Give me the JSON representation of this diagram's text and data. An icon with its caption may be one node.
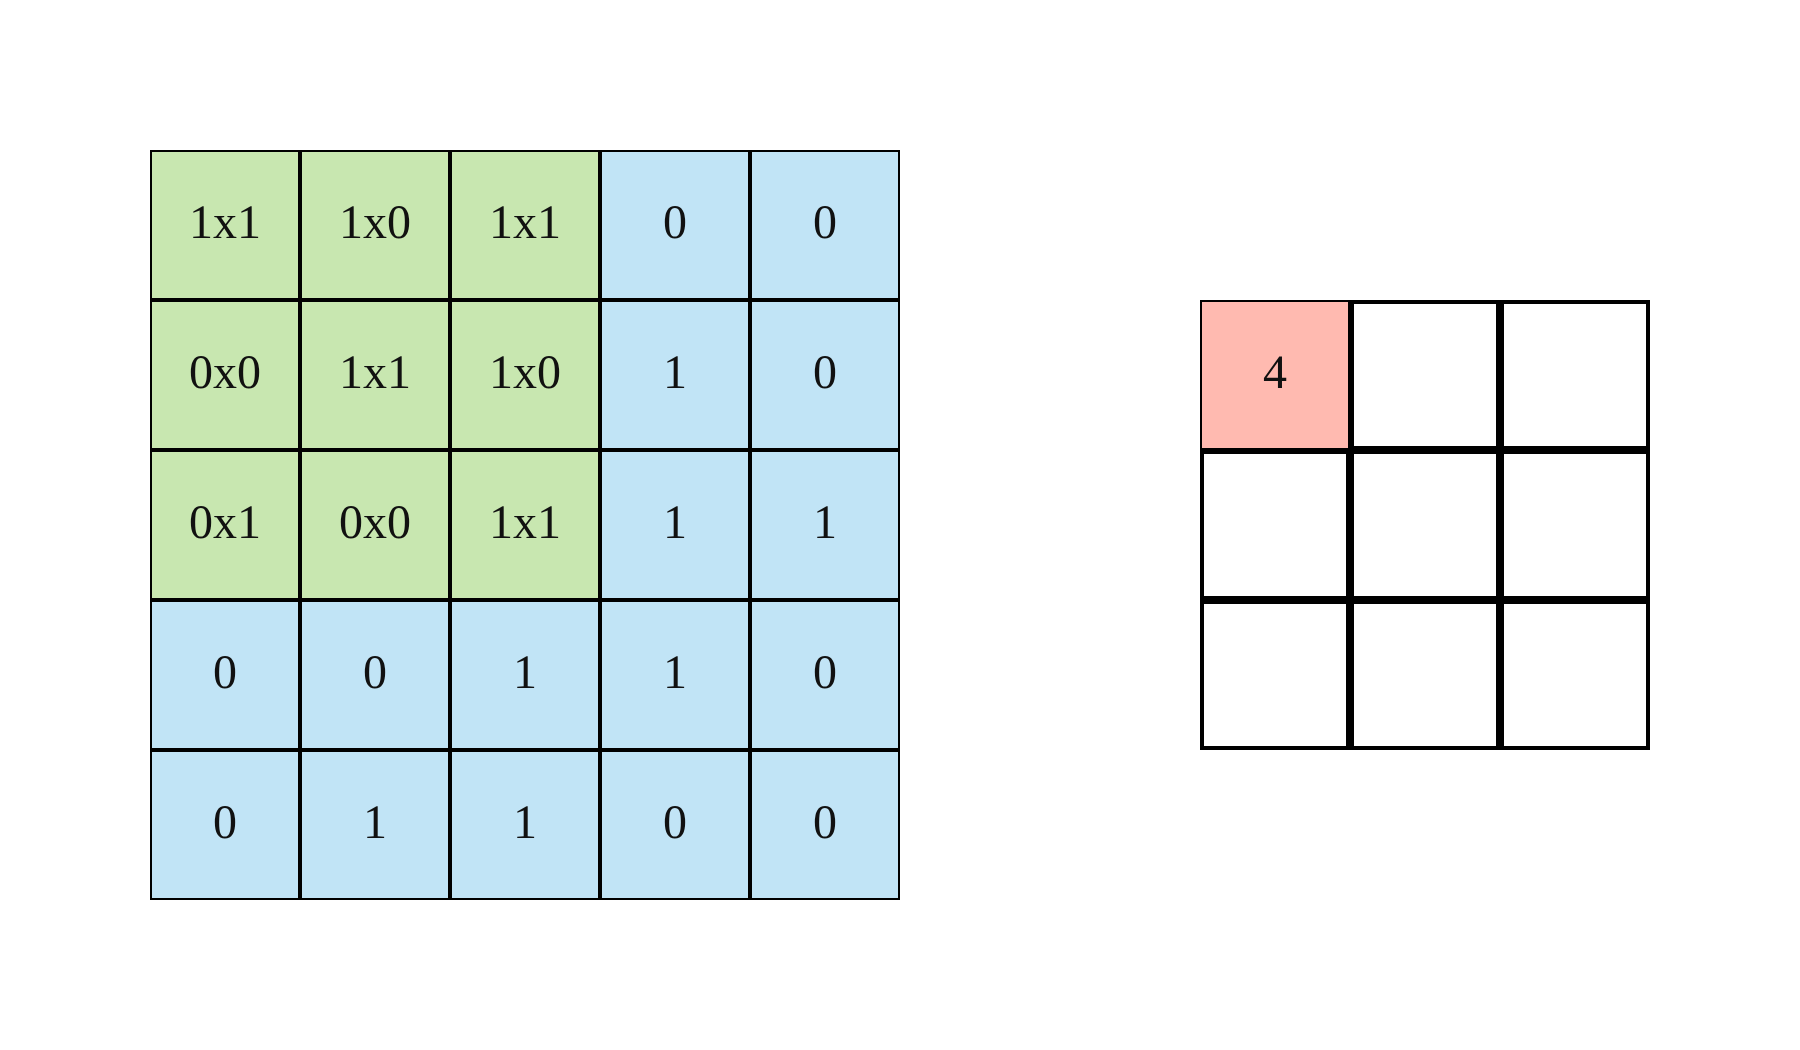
{
  "diagram": {
    "nodes": [
      {
        "text": [
          "1x1"
        ]
      },
      {
        "text": [
          "1x0"
        ]
      },
      {
        "text": [
          "1x1"
        ]
      },
      {
        "text": [
          "0"
        ]
      },
      {
        "text": [
          "0"
        ]
      },
      {
        "text": [
          "0x0"
        ]
      },
      {
        "text": [
          "1x1"
        ]
      },
      {
        "text": [
          "1x0"
        ]
      },
      {
        "text": [
          "1"
        ]
      },
      {
        "text": [
          "0"
        ]
      },
      {
        "text": [
          "0x1"
        ]
      },
      {
        "text": [
          "0x0"
        ]
      },
      {
        "text": [
          "1x1"
        ]
      },
      {
        "text": [
          "1"
        ]
      },
      {
        "text": [
          "1"
        ]
      },
      {
        "text": [
          "0"
        ]
      },
      {
        "text": [
          "0"
        ]
      },
      {
        "text": [
          "1"
        ]
      },
      {
        "text": [
          "1"
        ]
      },
      {
        "text": [
          "0"
        ]
      },
      {
        "text": [
          "0"
        ]
      },
      {
        "text": [
          "1"
        ]
      },
      {
        "text": [
          "1"
        ]
      },
      {
        "text": [
          "0"
        ]
      },
      {
        "text": [
          "0"
        ]
      },
      {
        "text": [
          "4"
        ]
      },
      {
        "text": [],
        "shape": "box"
      },
      {
        "text": [],
        "shape": "box"
      },
      {
        "text": [],
        "shape": "box"
      },
      {
        "text": [],
        "shape": "box"
      },
      {
        "text": [],
        "shape": "box"
      },
      {
        "text": [],
        "shape": "box"
      },
      {
        "text": [],
        "shape": "box"
      },
      {
        "text": [],
        "shape": "box"
      }
    ]
  }
}
